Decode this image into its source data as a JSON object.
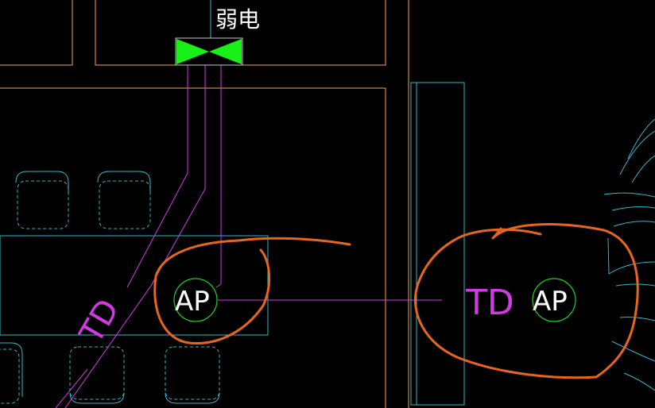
{
  "drawing": {
    "colors": {
      "background": "#000000",
      "wall": "#f2a455",
      "furniture": "#33b7c9",
      "cable": "#d538e7",
      "ap_circle": "#21d521",
      "text": "#ffffff",
      "markup": "#e6651f",
      "device_green": "#18f018"
    },
    "labels": {
      "weak_current": "弱电",
      "ap_left": "AP",
      "ap_right": "AP",
      "td_left": "TD",
      "td_right": "TD"
    }
  }
}
